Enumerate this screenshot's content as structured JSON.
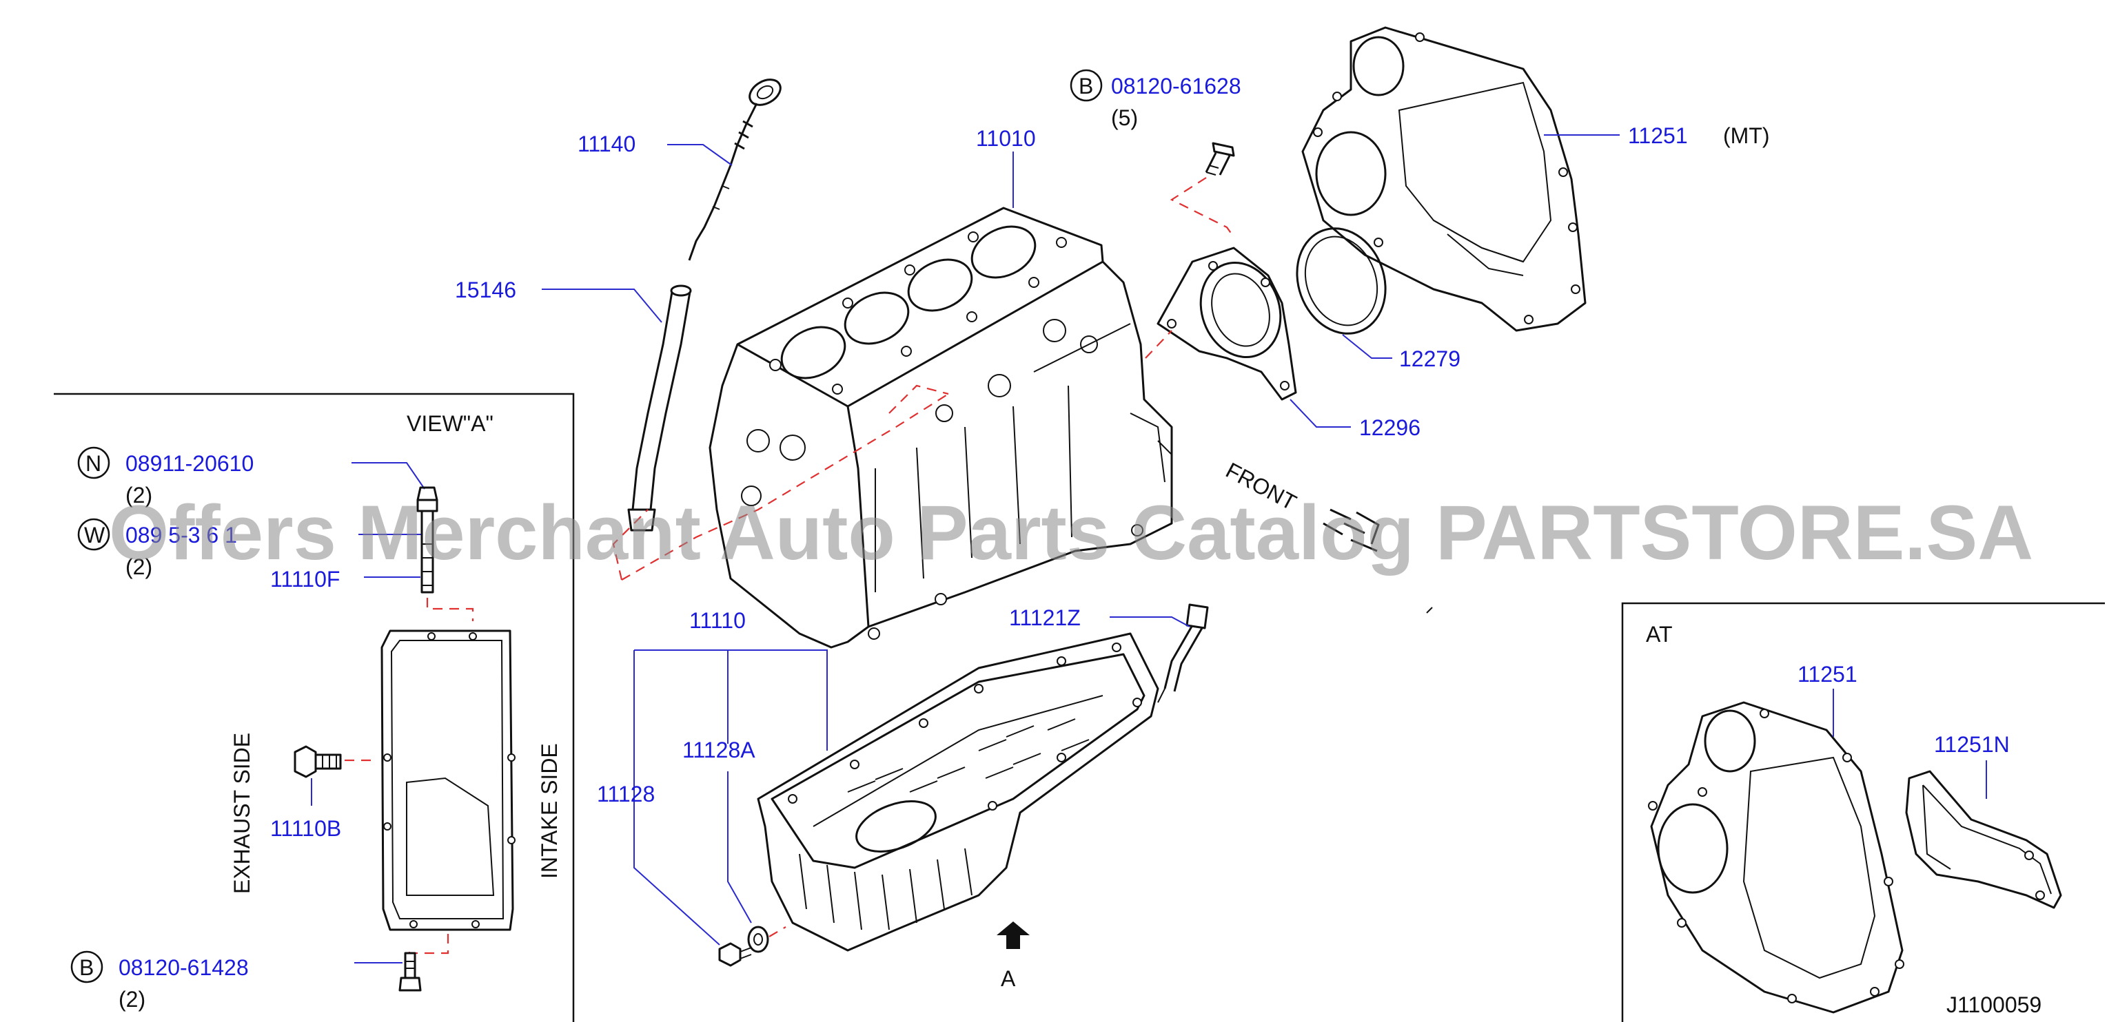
{
  "watermark": "Offers Merchant Auto Parts Catalog PARTSTORE.SA",
  "diagram_id": "J1100059",
  "labels": {
    "p11140": "11140",
    "p11010": "11010",
    "p15146": "15146",
    "b_code": "B",
    "p08120_61628": "08120-61628",
    "qty_5": "(5)",
    "p11251_mt": "11251",
    "mt": "(MT)",
    "p12279": "12279",
    "p12296": "12296",
    "front": "FRONT",
    "p11110": "11110",
    "p11121z": "11121Z",
    "p11128a": "11128A",
    "p11128": "11128",
    "arrow_a": "A"
  },
  "view_a": {
    "title": "VIEW\"A\"",
    "n_code": "N",
    "p08911_20610": "08911-20610",
    "qty_n": "(2)",
    "w_code": "W",
    "p_w": "089 5-3 6 1",
    "qty_w": "(2)",
    "p11110f": "11110F",
    "exhaust": "EXHAUST SIDE",
    "intake": "INTAKE SIDE",
    "p11110b": "11110B",
    "b_code": "B",
    "p08120_61428": "08120-61428",
    "qty_b": "(2)"
  },
  "at_box": {
    "title": "AT",
    "p11251": "11251",
    "p11251n": "11251N"
  },
  "colors": {
    "part_number": "#1a1adb",
    "leader": "#2a2ad0",
    "dash": "#e03030",
    "outline": "#111111"
  }
}
